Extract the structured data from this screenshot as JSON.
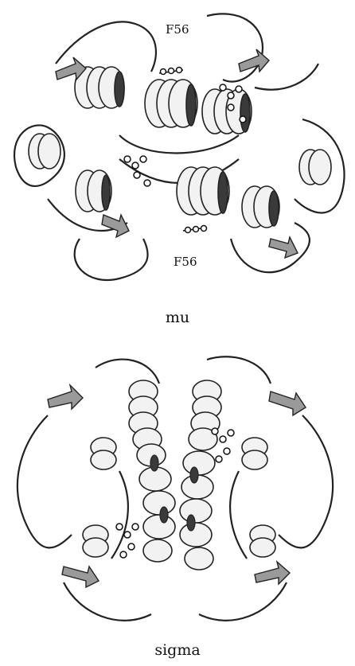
{
  "figure": {
    "panels": [
      {
        "caption": "mu",
        "residue_labels": [
          "F56",
          "F56"
        ]
      },
      {
        "caption": "sigma"
      }
    ],
    "colors": {
      "background": "#ffffff",
      "ribbon_light": "#f2f2f2",
      "ribbon_mid": "#9a9a9a",
      "ribbon_dark": "#3a3a3a",
      "ink": "#111111"
    }
  }
}
